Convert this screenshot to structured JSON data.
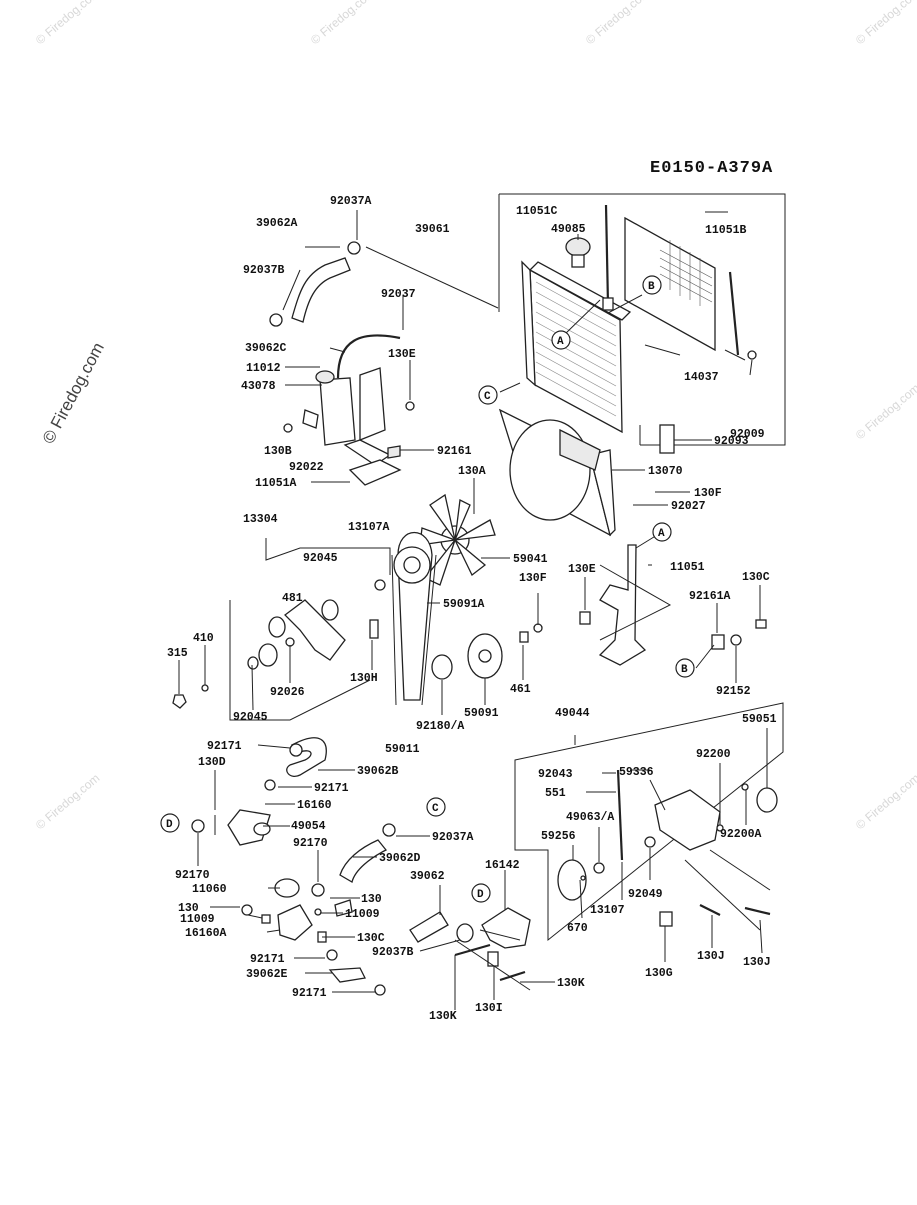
{
  "diagram_code": "E0150-A379A",
  "watermark": {
    "side": "© Firedog.com",
    "small": "© Firedog.com"
  },
  "labels": {
    "l92037A": "92037A",
    "l39062A": "39062A",
    "l92037B": "92037B",
    "l92037": "92037",
    "l39062C": "39062C",
    "l11012": "11012",
    "l43078": "43078",
    "l130E_top": "130E",
    "l130B": "130B",
    "l92022": "92022",
    "l92161": "92161",
    "l11051A": "11051A",
    "l39061": "39061",
    "l11051C": "11051C",
    "l49085": "49085",
    "l11051B": "11051B",
    "l14037": "14037",
    "l92009": "92009",
    "l92093": "92093",
    "l13070": "13070",
    "l130A": "130A",
    "l130F_top": "130F",
    "l92027": "92027",
    "l13304": "13304",
    "l13107A": "13107A",
    "l92045_top": "92045",
    "l59041": "59041",
    "l481": "481",
    "l59091A": "59091A",
    "l130F_mid": "130F",
    "l410": "410",
    "l315": "315",
    "l92026": "92026",
    "l130H": "130H",
    "l92045_bot": "92045",
    "l461": "461",
    "l59091": "59091",
    "l92180A": "92180/A",
    "l59011": "59011",
    "l130E_mid": "130E",
    "l11051": "11051",
    "l130C": "130C",
    "l92161A": "92161A",
    "l92152": "92152",
    "l49044": "49044",
    "l59051": "59051",
    "l92200": "92200",
    "l59336": "59336",
    "l92043": "92043",
    "l551": "551",
    "l49063A": "49063/A",
    "l92200A": "92200A",
    "l59256": "59256",
    "l92049": "92049",
    "l13107": "13107",
    "l670": "670",
    "l130G": "130G",
    "l130J_a": "130J",
    "l130J_b": "130J",
    "l92171_a": "92171",
    "l130D": "130D",
    "l39062B": "39062B",
    "l92171_b": "92171",
    "l16160": "16160",
    "l49054": "49054",
    "l92037A_b": "92037A",
    "l92170_a": "92170",
    "l92170_b": "92170",
    "l39062D": "39062D",
    "l11060": "11060",
    "l39062": "39062",
    "l16142": "16142",
    "l130_a": "130",
    "l130_b": "130",
    "l11009_a": "11009",
    "l11009_b": "11009",
    "l16160A": "16160A",
    "l130C_b": "130C",
    "l92037B_b": "92037B",
    "l92171_c": "92171",
    "l39062E": "39062E",
    "l92171_d": "92171",
    "l130K_a": "130K",
    "l130I": "130I",
    "l130K_b": "130K"
  },
  "callouts": {
    "A1": "A",
    "B1": "B",
    "C1": "C",
    "A2": "A",
    "B2": "B",
    "C2": "C",
    "D1": "D",
    "D2": "D"
  }
}
